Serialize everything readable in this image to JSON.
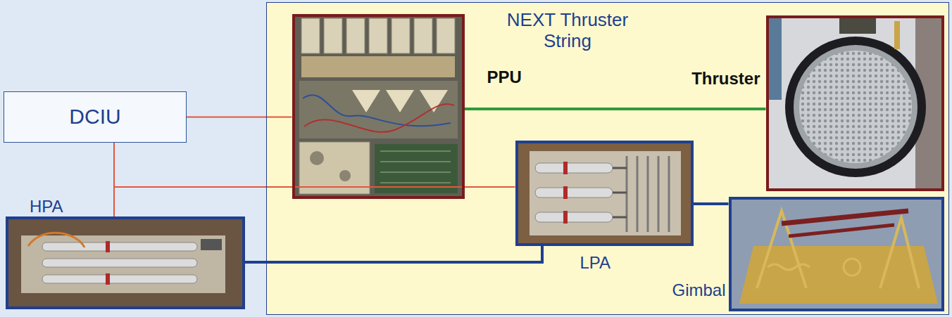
{
  "diagram": {
    "nodes": [
      {
        "text": [
          "DCIU"
        ]
      },
      {
        "text": [
          "HPA"
        ]
      },
      {
        "text": [
          "NEXT Thruster String"
        ]
      },
      {
        "text": [
          "PPU"
        ],
        "in": 2
      },
      {
        "text": [
          "Thruster"
        ],
        "in": 2
      },
      {
        "text": [
          "LPA"
        ],
        "in": 2
      },
      {
        "text": [
          "Gimbal"
        ],
        "in": 2
      }
    ],
    "edges": [
      {
        "from": 0,
        "to": 3,
        "arrow": "none"
      },
      {
        "from": 0,
        "to": 1,
        "arrow": "none"
      },
      {
        "from": 0,
        "to": 5,
        "arrow": "none"
      },
      {
        "from": 3,
        "to": 4,
        "arrow": "none"
      },
      {
        "from": 1,
        "to": 5,
        "arrow": "none"
      },
      {
        "from": 5,
        "to": 6,
        "arrow": "none"
      }
    ]
  }
}
